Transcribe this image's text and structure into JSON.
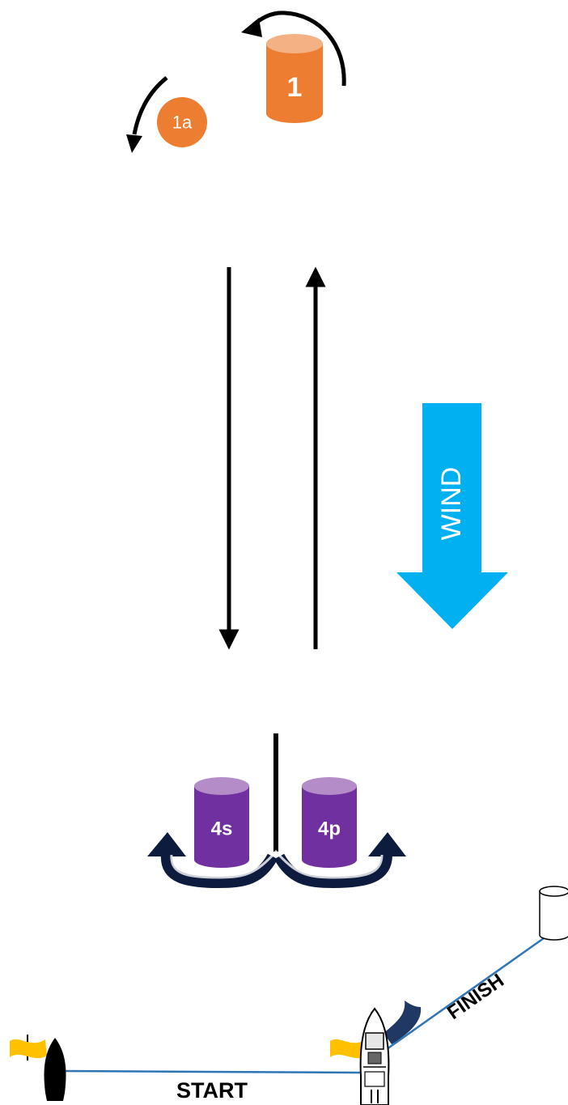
{
  "colors": {
    "mark_orange": "#ED7D31",
    "mark_orange_top": "#F4B183",
    "mark_purple": "#7030A0",
    "mark_purple_top": "#B48CC8",
    "wind": "#00B0F0",
    "line_blue": "#2E75B6",
    "flag_yellow": "#FFC000",
    "flag_navy": "#1F3864",
    "rounding_arrow": "#0D1B3E"
  },
  "marks": {
    "mark_1": {
      "label": "1"
    },
    "mark_1a": {
      "label": "1a"
    },
    "mark_4s": {
      "label": "4s"
    },
    "mark_4p": {
      "label": "4p"
    }
  },
  "wind": {
    "label": "WIND"
  },
  "lines": {
    "start": {
      "label": "START"
    },
    "finish": {
      "label": "FINISH"
    }
  },
  "icons": {
    "pin_boat": "sailboat-icon",
    "committee_boat": "motorboat-icon",
    "start_flag": "flag-icon",
    "finish_mark": "buoy-icon"
  }
}
